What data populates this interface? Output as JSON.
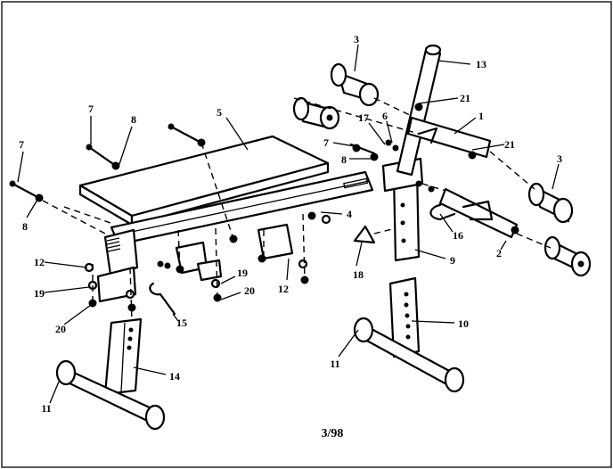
{
  "diagram": {
    "footer_code": "3/98",
    "labels": {
      "p1": "1",
      "p2": "2",
      "p3a": "3",
      "p3b": "3",
      "p4": "4",
      "p5": "5",
      "p6": "6",
      "p7a": "7",
      "p7b": "7",
      "p7c": "7",
      "p8a": "8",
      "p8b": "8",
      "p8c": "8",
      "p9": "9",
      "p10": "10",
      "p11a": "11",
      "p11b": "11",
      "p12a": "12",
      "p12b": "12",
      "p13": "13",
      "p14": "14",
      "p15": "15",
      "p16": "16",
      "p17": "17",
      "p18": "18",
      "p19a": "19",
      "p19b": "19",
      "p20a": "20",
      "p20b": "20",
      "p21a": "21",
      "p21b": "21"
    }
  }
}
